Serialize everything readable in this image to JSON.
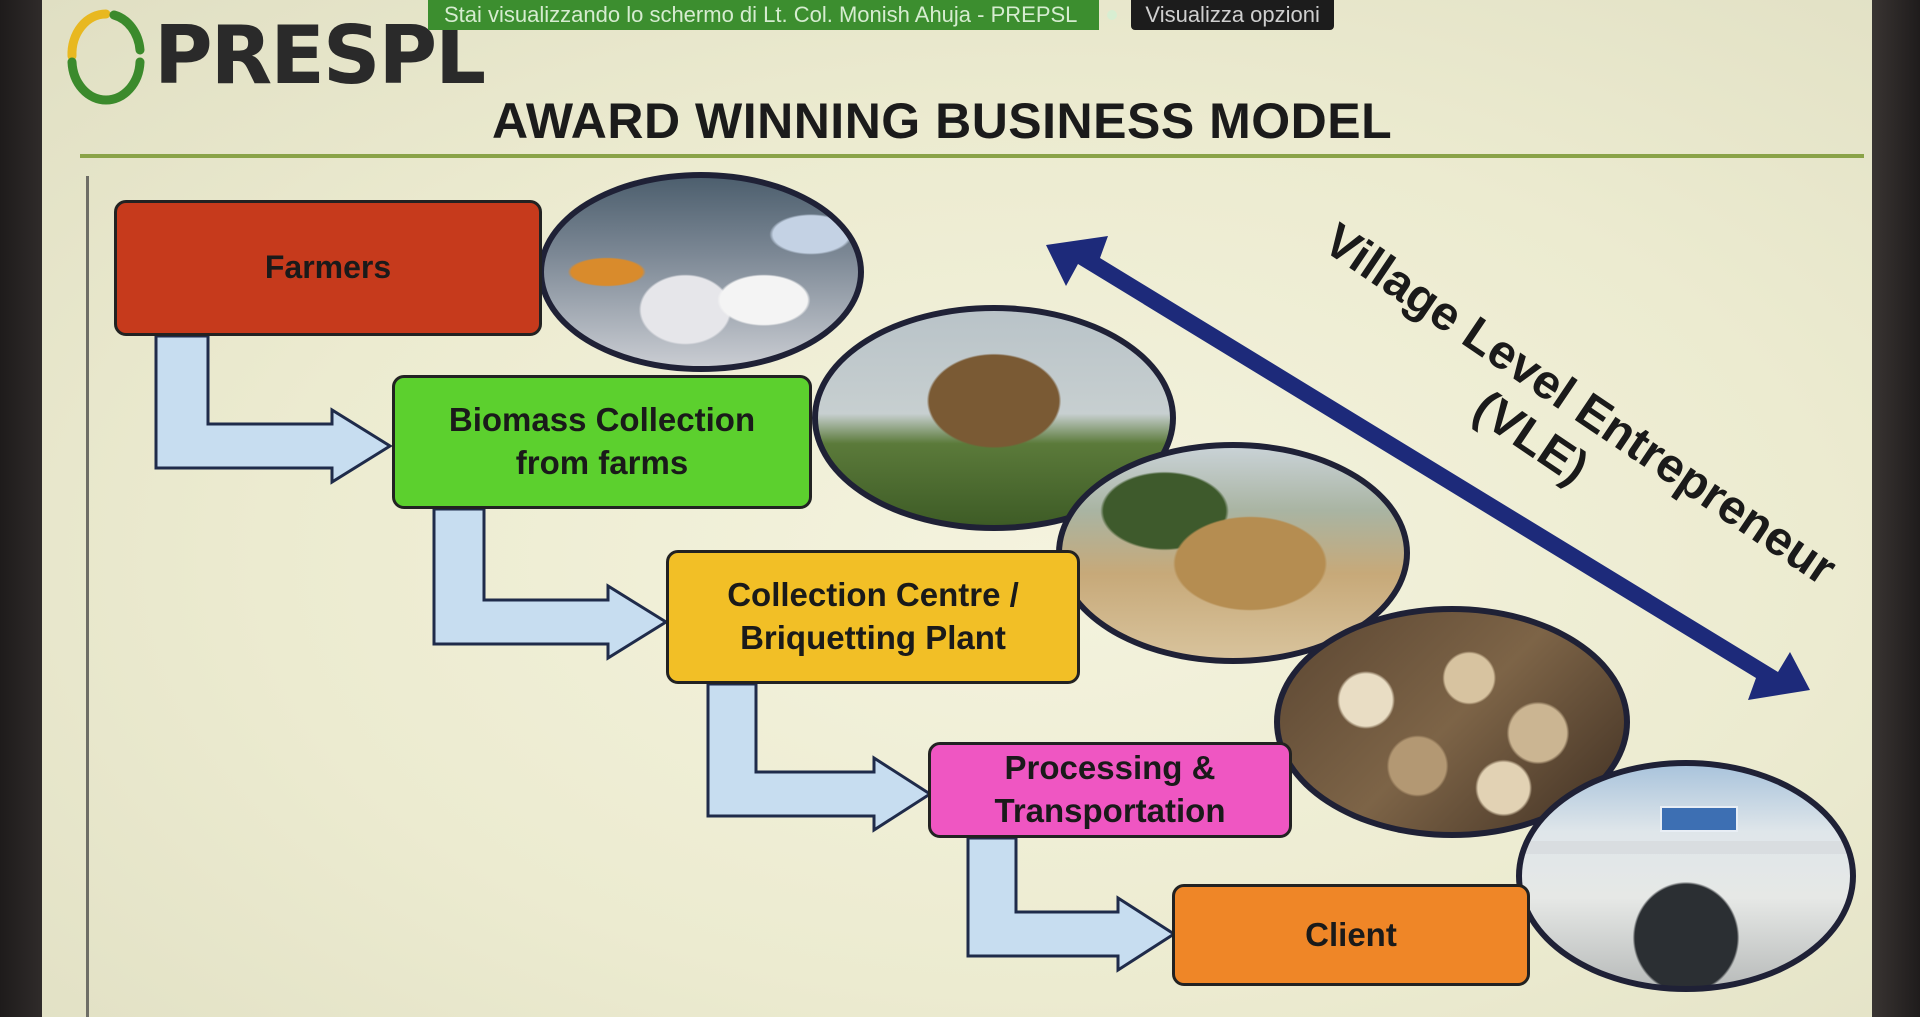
{
  "share_bar": {
    "message": "Stai visualizzando lo schermo di Lt. Col. Monish Ahuja - PREPSL",
    "options_label": "Visualizza opzioni"
  },
  "logo": {
    "text": "PRESPL"
  },
  "slide": {
    "title": "AWARD WINNING BUSINESS MODEL"
  },
  "flow": [
    {
      "label": "Farmers"
    },
    {
      "line1": "Biomass Collection",
      "line2": "from farms"
    },
    {
      "line1": "Collection Centre /",
      "line2": "Briquetting Plant"
    },
    {
      "line1": "Processing &",
      "line2": "Transportation"
    },
    {
      "label": "Client"
    }
  ],
  "vle": {
    "line1": "Village Level Entrepreneur",
    "line2": "(VLE)"
  },
  "colors": {
    "farmers": "#c63a1c",
    "biomass": "#5cd02e",
    "collection": "#f2bf26",
    "processing": "#ef56c2",
    "client": "#ef8627",
    "connector": "#c7ddf0",
    "vle_arrow": "#1d2a7a",
    "title_rule": "#8aa348",
    "share_bar": "#3c8e2f"
  }
}
